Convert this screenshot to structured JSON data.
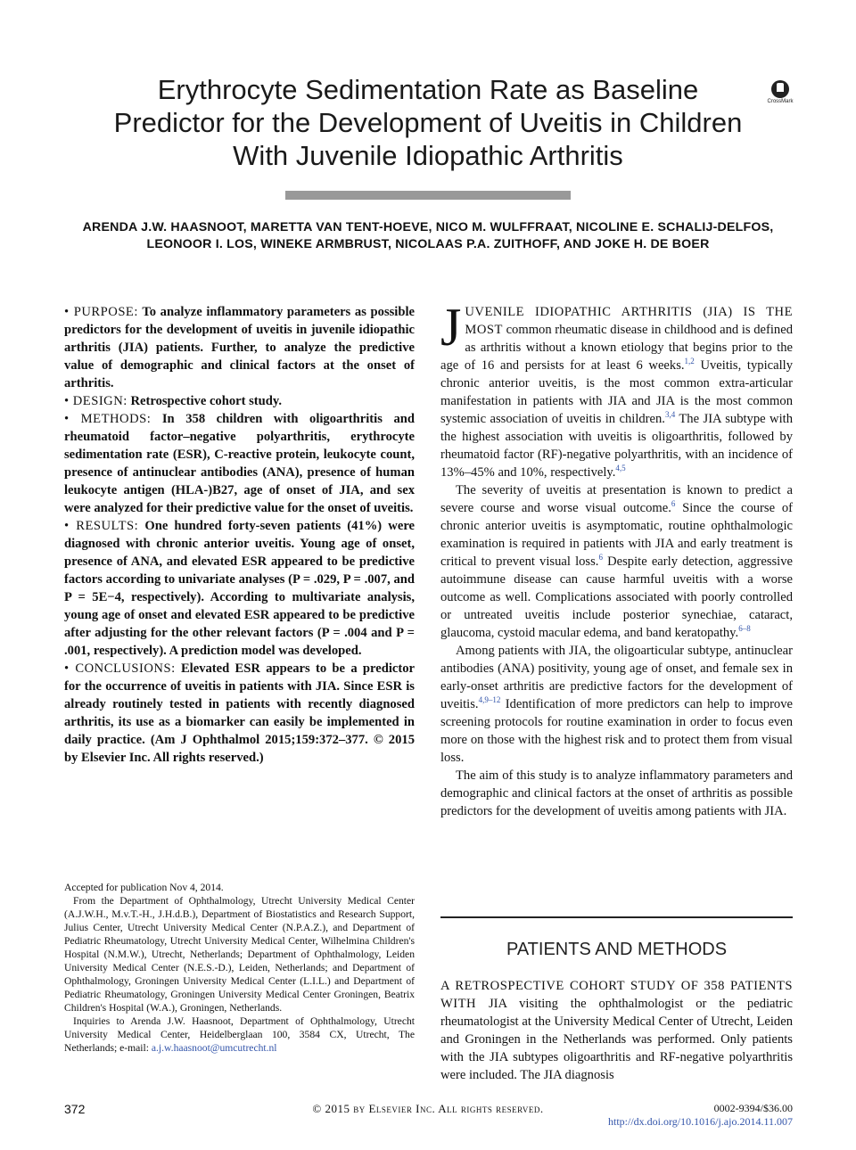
{
  "title": "Erythrocyte Sedimentation Rate as Baseline Predictor for the Development of Uveitis in Children With Juvenile Idiopathic Arthritis",
  "crossmark_label": "CrossMark",
  "authors": "ARENDA J.W. HAASNOOT, MARETTA VAN TENT-HOEVE, NICO M. WULFFRAAT, NICOLINE E. SCHALIJ-DELFOS, LEONOOR I. LOS, WINEKE ARMBRUST, NICOLAAS P.A. ZUITHOFF, AND JOKE H. DE BOER",
  "abstract": {
    "purpose_label": "• PURPOSE:",
    "purpose": "To analyze inflammatory parameters as possible predictors for the development of uveitis in juvenile idiopathic arthritis (JIA) patients. Further, to analyze the predictive value of demographic and clinical factors at the onset of arthritis.",
    "design_label": "• DESIGN:",
    "design": "Retrospective cohort study.",
    "methods_label": "• METHODS:",
    "methods": "In 358 children with oligoarthritis and rheumatoid factor–negative polyarthritis, erythrocyte sedimentation rate (ESR), C-reactive protein, leukocyte count, presence of antinuclear antibodies (ANA), presence of human leukocyte antigen (HLA-)B27, age of onset of JIA, and sex were analyzed for their predictive value for the onset of uveitis.",
    "results_label": "• RESULTS:",
    "results": "One hundred forty-seven patients (41%) were diagnosed with chronic anterior uveitis. Young age of onset, presence of ANA, and elevated ESR appeared to be predictive factors according to univariate analyses (P = .029, P = .007, and P = 5E−4, respectively). According to multivariate analysis, young age of onset and elevated ESR appeared to be predictive after adjusting for the other relevant factors (P = .004 and P = .001, respectively). A prediction model was developed.",
    "conclusions_label": "• CONCLUSIONS:",
    "conclusions": "Elevated ESR appears to be a predictor for the occurrence of uveitis in patients with JIA. Since ESR is already routinely tested in patients with recently diagnosed arthritis, its use as a biomarker can easily be implemented in daily practice. (Am J Ophthalmol 2015;159:372–377. © 2015 by Elsevier Inc. All rights reserved.)"
  },
  "footnotes": {
    "accepted": "Accepted for publication Nov 4, 2014.",
    "affiliations": "From the Department of Ophthalmology, Utrecht University Medical Center (A.J.W.H., M.v.T.-H., J.H.d.B.), Department of Biostatistics and Research Support, Julius Center, Utrecht University Medical Center (N.P.A.Z.), and Department of Pediatric Rheumatology, Utrecht University Medical Center, Wilhelmina Children's Hospital (N.M.W.), Utrecht, Netherlands; Department of Ophthalmology, Leiden University Medical Center (N.E.S.-D.), Leiden, Netherlands; and Department of Ophthalmology, Groningen University Medical Center (L.I.L.) and Department of Pediatric Rheumatology, Groningen University Medical Center Groningen, Beatrix Children's Hospital (W.A.), Groningen, Netherlands.",
    "inquiries": "Inquiries to Arenda J.W. Haasnoot, Department of Ophthalmology, Utrecht University Medical Center, Heidelberglaan 100, 3584 CX, Utrecht, The Netherlands; e-mail:",
    "email": "a.j.w.haasnoot@umcutrecht.nl"
  },
  "intro": {
    "dropcap": "J",
    "p1_lead": "UVENILE IDIOPATHIC ARTHRITIS (JIA) IS THE MOST",
    "p1_a": "common rheumatic disease in childhood and is defined as arthritis without a known etiology that begins prior to the age of 16 and persists for at least 6 weeks.",
    "ref1": "1,2",
    "p1_b": "Uveitis, typically chronic anterior uveitis, is the most common extra-articular manifestation in patients with JIA and JIA is the most common systemic association of uveitis in children.",
    "ref2": "3,4",
    "p1_c": "The JIA subtype with the highest association with uveitis is oligoarthritis, followed by rheumatoid factor (RF)-negative polyarthritis, with an incidence of 13%–45% and 10%, respectively.",
    "ref3": "4,5",
    "p2_a": "The severity of uveitis at presentation is known to predict a severe course and worse visual outcome.",
    "ref4": "6",
    "p2_b": "Since the course of chronic anterior uveitis is asymptomatic, routine ophthalmologic examination is required in patients with JIA and early treatment is critical to prevent visual loss.",
    "ref5": "6",
    "p2_c": "Despite early detection, aggressive autoimmune disease can cause harmful uveitis with a worse outcome as well. Complications associated with poorly controlled or untreated uveitis include posterior synechiae, cataract, glaucoma, cystoid macular edema, and band keratopathy.",
    "ref6": "6–8",
    "p3_a": "Among patients with JIA, the oligoarticular subtype, antinuclear antibodies (ANA) positivity, young age of onset, and female sex in early-onset arthritis are predictive factors for the development of uveitis.",
    "ref7": "4,9–12",
    "p3_b": "Identification of more predictors can help to improve screening protocols for routine examination in order to focus even more on those with the highest risk and to protect them from visual loss.",
    "p4": "The aim of this study is to analyze inflammatory parameters and demographic and clinical factors at the onset of arthritis as possible predictors for the development of uveitis among patients with JIA."
  },
  "section_heading": "PATIENTS AND METHODS",
  "methods_section": {
    "lead": "A RETROSPECTIVE COHORT STUDY OF 358 PATIENTS WITH",
    "text": "JIA visiting the ophthalmologist or the pediatric rheumatologist at the University Medical Center of Utrecht, Leiden and Groningen in the Netherlands was performed. Only patients with the JIA subtypes oligoarthritis and RF-negative polyarthritis were included. The JIA diagnosis"
  },
  "footer": {
    "page_number": "372",
    "copyright": "© 2015 by Elsevier Inc. All rights reserved.",
    "issn": "0002-9394/$36.00",
    "doi": "http://dx.doi.org/10.1016/j.ajo.2014.11.007"
  }
}
